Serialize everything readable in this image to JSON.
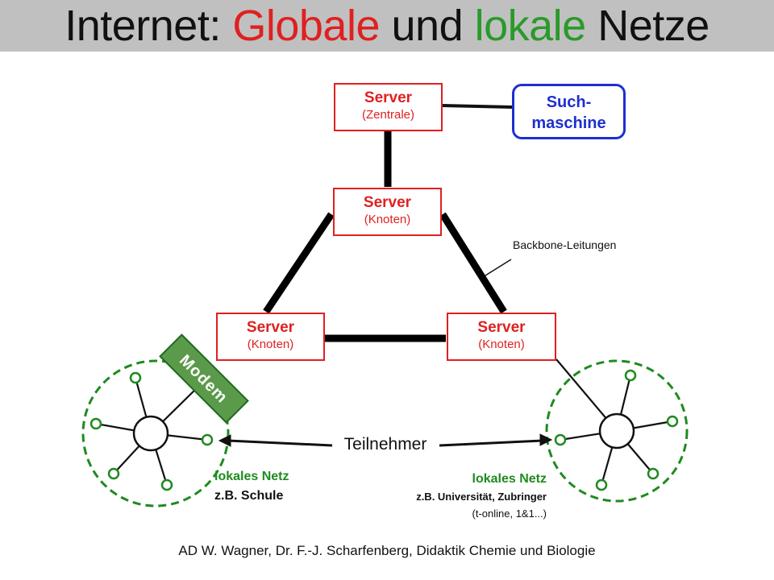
{
  "title": {
    "part1": "Internet: ",
    "part2": "Globale",
    "part3": " und ",
    "part4": "lokale",
    "part5": " Netze"
  },
  "servers": {
    "zentrale": {
      "label": "Server",
      "sub": "(Zentrale)"
    },
    "knoten_top": {
      "label": "Server",
      "sub": "(Knoten)"
    },
    "knoten_left": {
      "label": "Server",
      "sub": "(Knoten)"
    },
    "knoten_right": {
      "label": "Server",
      "sub": "(Knoten)"
    }
  },
  "search_engine": {
    "line1": "Such-",
    "line2": "maschine"
  },
  "backbone_label": "Backbone-Leitungen",
  "modem_label": "Modem",
  "participants_label": "Teilnehmer",
  "local_left": {
    "title": "lokales Netz",
    "sub": "z.B. Schule"
  },
  "local_right": {
    "title": "lokales Netz",
    "sub": "z.B. Universität, Zubringer",
    "sub2": "(t-online, 1&1...)"
  },
  "footer": "AD W. Wagner, Dr. F.-J. Scharfenberg, Didaktik Chemie und Biologie",
  "colors": {
    "title_red": "#e02020",
    "title_green": "#2a9a2a",
    "server_red": "#e02020",
    "search_blue": "#1d2fd0",
    "net_green": "#1f8a1f",
    "modem_fill": "#5a9a4a"
  }
}
